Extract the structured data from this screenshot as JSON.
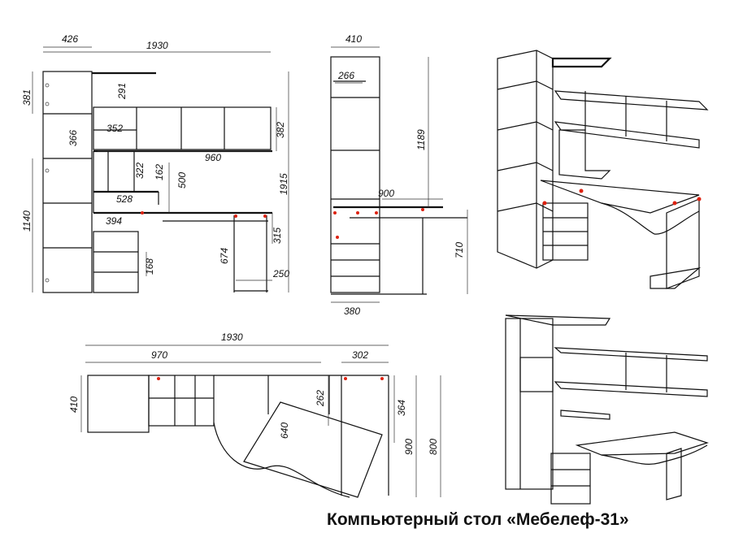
{
  "caption": "Компьютерный стол «Мебелеф-31»",
  "front_view": {
    "dims": [
      "426",
      "1930",
      "381",
      "291",
      "366",
      "352",
      "382",
      "322",
      "162",
      "960",
      "1140",
      "500",
      "1915",
      "528",
      "394",
      "315",
      "674",
      "168",
      "250"
    ]
  },
  "side_view": {
    "dims": [
      "410",
      "266",
      "1189",
      "900",
      "710",
      "380"
    ]
  },
  "plan_view": {
    "dims": [
      "1930",
      "970",
      "302",
      "410",
      "262",
      "364",
      "640",
      "900",
      "800"
    ]
  },
  "colors": {
    "line": "#111111",
    "marker": "#d21111"
  }
}
